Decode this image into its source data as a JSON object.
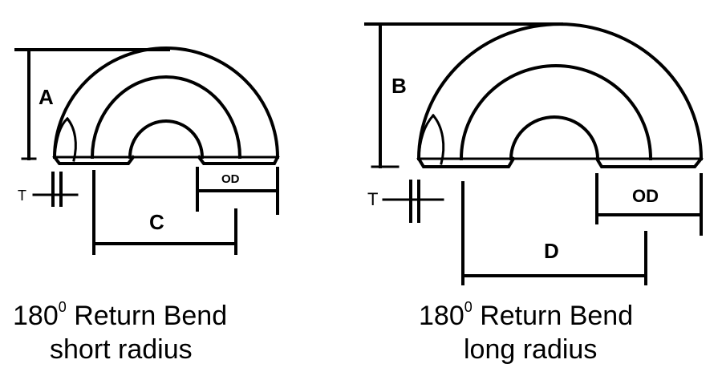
{
  "colors": {
    "ink": "#000000",
    "background": "#ffffff"
  },
  "short_bend": {
    "labels": {
      "a": "A",
      "t": "T",
      "od": "OD",
      "c": "C"
    },
    "caption": {
      "line1_prefix": "180",
      "degree_sup": "0",
      "line1_suffix": " Return Bend",
      "line2": "short radius"
    }
  },
  "long_bend": {
    "labels": {
      "b": "B",
      "t": "T",
      "od": "OD",
      "d": "D"
    },
    "caption": {
      "line1_prefix": "180",
      "degree_sup": "0",
      "line1_suffix": " Return Bend",
      "line2": "long radius"
    }
  }
}
